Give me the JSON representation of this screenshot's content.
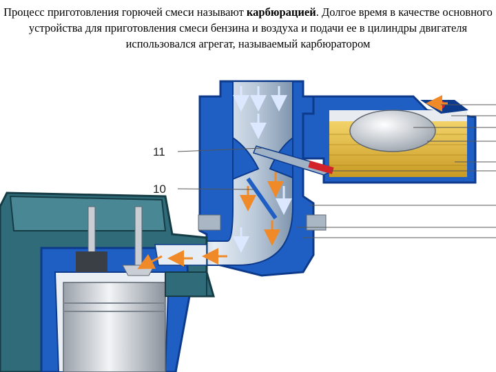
{
  "caption": {
    "part1": "Процесс приготовления горючей смеси называют ",
    "term": "карбюрацией",
    "part2": ". Долгое время в качестве основного устройства для приготовления смеси бензина и воздуха и подачи ее в цилиндры двигателя использовался агрегат, называемый карбюратором"
  },
  "diagram": {
    "labels": [
      "11",
      "10"
    ]
  },
  "colors": {
    "housing_blue": "#1f5fc4",
    "dark_blue": "#0d3a8a",
    "engine_teal": "#2f6b78",
    "fuel_yellow": "#e8c24a",
    "float_silver": "#d9dde3",
    "flow_orange": "#f08a28",
    "flow_light": "#eaf2ff",
    "nozzle_red": "#d2232a"
  },
  "icons": [
    "arrow-icon"
  ]
}
